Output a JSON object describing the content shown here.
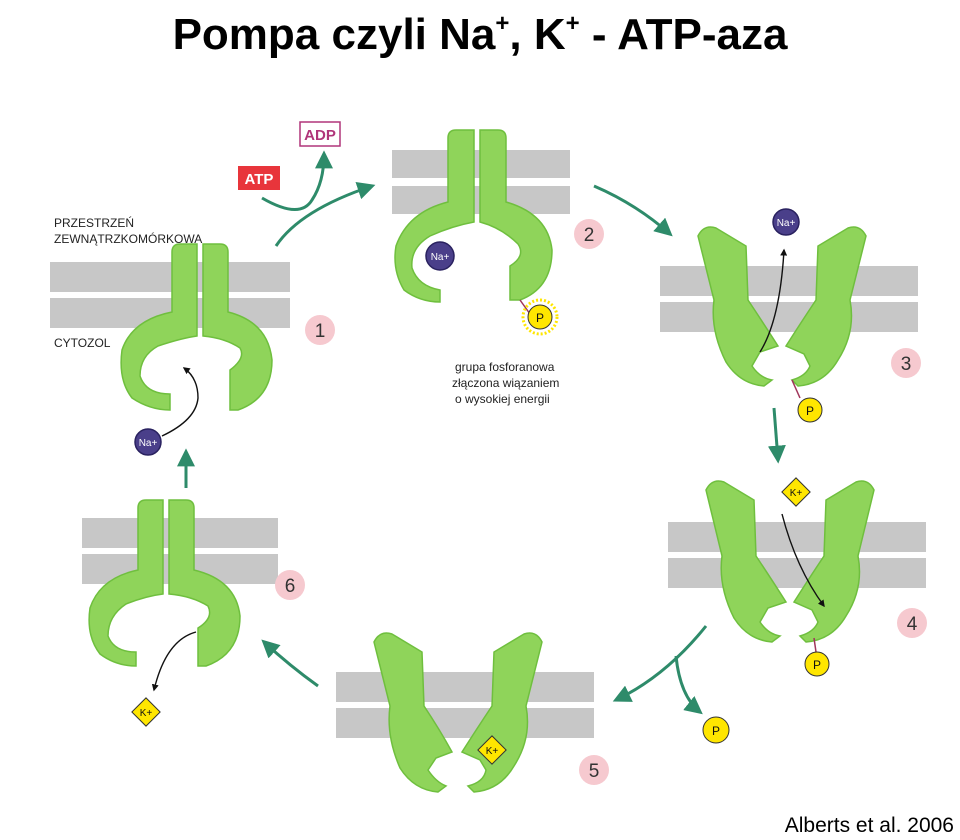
{
  "title": {
    "part1": "Pompa czyli Na",
    "sup1": "+",
    "part2": ", K",
    "sup2": "+",
    "part3": " - ATP-aza"
  },
  "labels": {
    "extracellular_line1": "PRZESTRZEŃ",
    "extracellular_line2": "ZEWNĄTRZKOMÓRKOWA",
    "cytosol": "CYTOZOL",
    "adp": "ADP",
    "atp": "ATP",
    "phosphate_note_line1": "grupa fosforanowa",
    "phosphate_note_line2": "złączona wiązaniem",
    "phosphate_note_line3": "o wysokiej energii",
    "phosphate": "P",
    "na_ion": "Na+",
    "k_ion": "K+"
  },
  "steps": [
    "1",
    "2",
    "3",
    "4",
    "5",
    "6"
  ],
  "colors": {
    "protein": "#8fd45a",
    "protein_edge": "#6fbf3e",
    "membrane": "#c7c7c7",
    "arrow": "#2e8b6a",
    "na": "#4a3f8a",
    "k": "#ffe600",
    "phosphate": "#ffe600",
    "step_badge": "#f6c9cf",
    "atp_box": "#e8353b",
    "adp_text": "#b0357a"
  },
  "credit": "Alberts et al. 2006"
}
